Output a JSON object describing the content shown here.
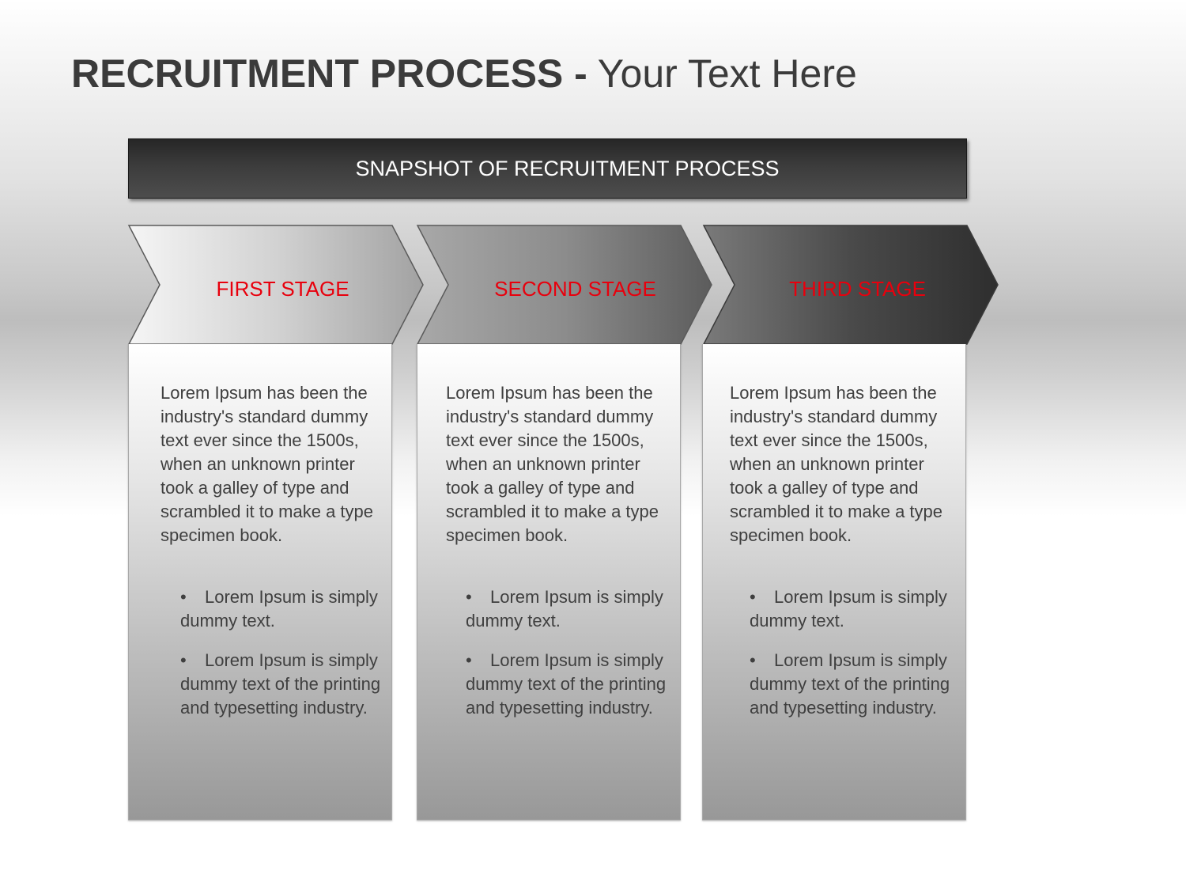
{
  "title": {
    "bold": "RECRUITMENT PROCESS -",
    "normal": " Your Text Here"
  },
  "banner": {
    "text": "SNAPSHOT OF RECRUITMENT PROCESS"
  },
  "stages": [
    {
      "label": "FIRST STAGE",
      "paragraph": "Lorem Ipsum has been the industry's standard dummy text ever since the 1500s, when an unknown printer took a galley of type and scrambled it to make a type specimen book.",
      "bullets": [
        "Lorem Ipsum is simply dummy text.",
        "Lorem Ipsum is simply dummy text of the printing and typesetting industry."
      ]
    },
    {
      "label": "SECOND STAGE",
      "paragraph": "Lorem Ipsum has been the industry's standard dummy text ever since the 1500s, when an unknown printer took a galley of type and scrambled it to make a type specimen book.",
      "bullets": [
        "Lorem Ipsum is simply dummy text.",
        "Lorem Ipsum is simply dummy text of the printing and typesetting industry."
      ]
    },
    {
      "label": "THIRD STAGE",
      "paragraph": "Lorem Ipsum has been the industry's standard dummy text ever since the 1500s, when an unknown printer took a galley of type and scrambled it to make a type specimen book.",
      "bullets": [
        "Lorem Ipsum is simply dummy text.",
        "Lorem Ipsum is simply dummy text of the printing and typesetting industry."
      ]
    }
  ],
  "colors": {
    "stage_label": "#e8000d",
    "banner": "#3c3c3c",
    "body_text": "#3f3f3f"
  }
}
